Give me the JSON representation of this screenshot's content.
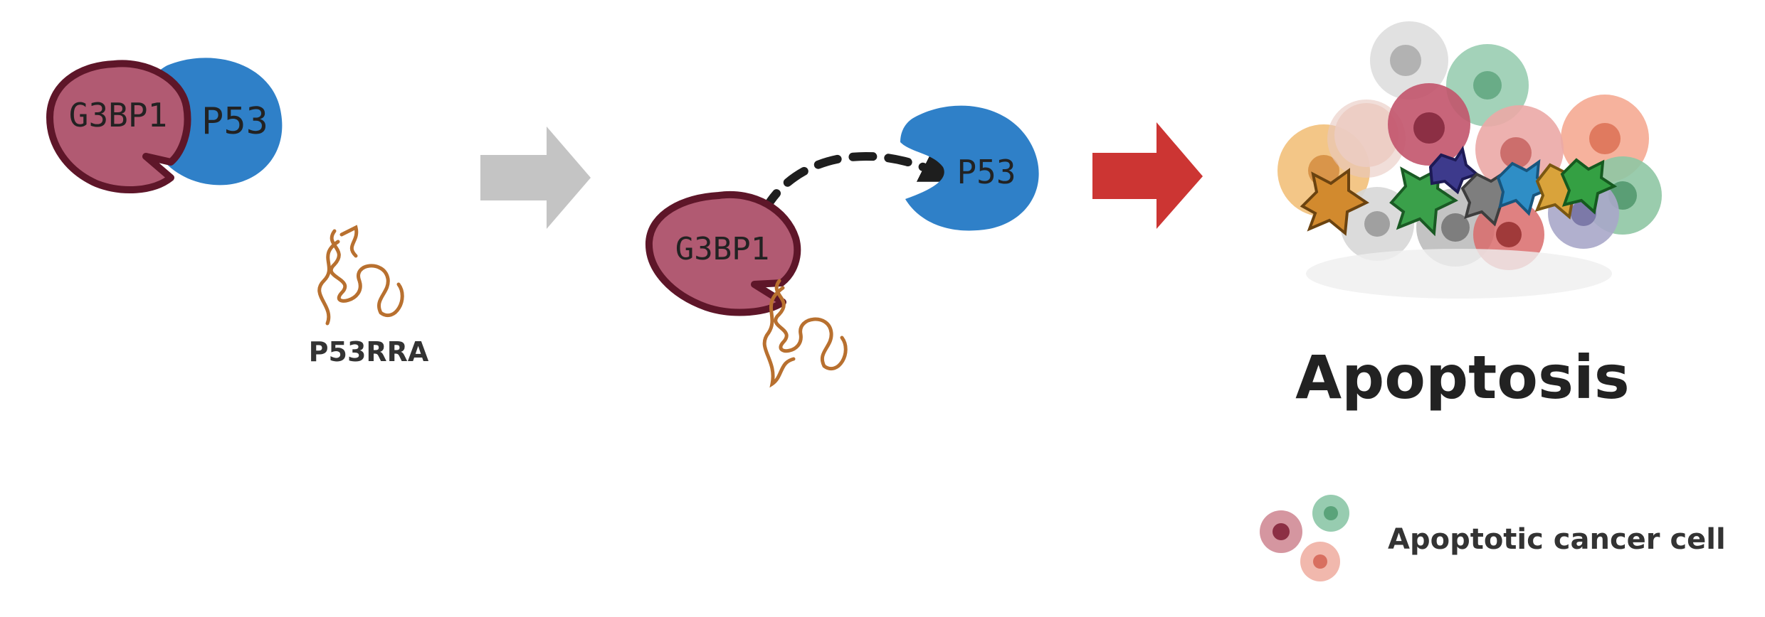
{
  "labels": {
    "g3bp1_left": "G3BP1",
    "p53_left": "P53",
    "p53rra": "P53RRA",
    "g3bp1_mid": "G3BP1",
    "p53_mid": "P53",
    "apoptosis": "Apoptosis",
    "legend": "Apoptotic cancer cell"
  },
  "colors": {
    "g3bp1_fill": "#b15a72",
    "g3bp1_stroke": "#5e1629",
    "p53_fill": "#2f80c8",
    "rna_stroke": "#b8702f",
    "gray_arrow": "#c4c4c4",
    "red_arrow": "#cc3533",
    "label_text": "#222222"
  },
  "icons": {
    "rna": "wavy-rna-strand",
    "cell": "irregular-apoptotic-cell"
  }
}
